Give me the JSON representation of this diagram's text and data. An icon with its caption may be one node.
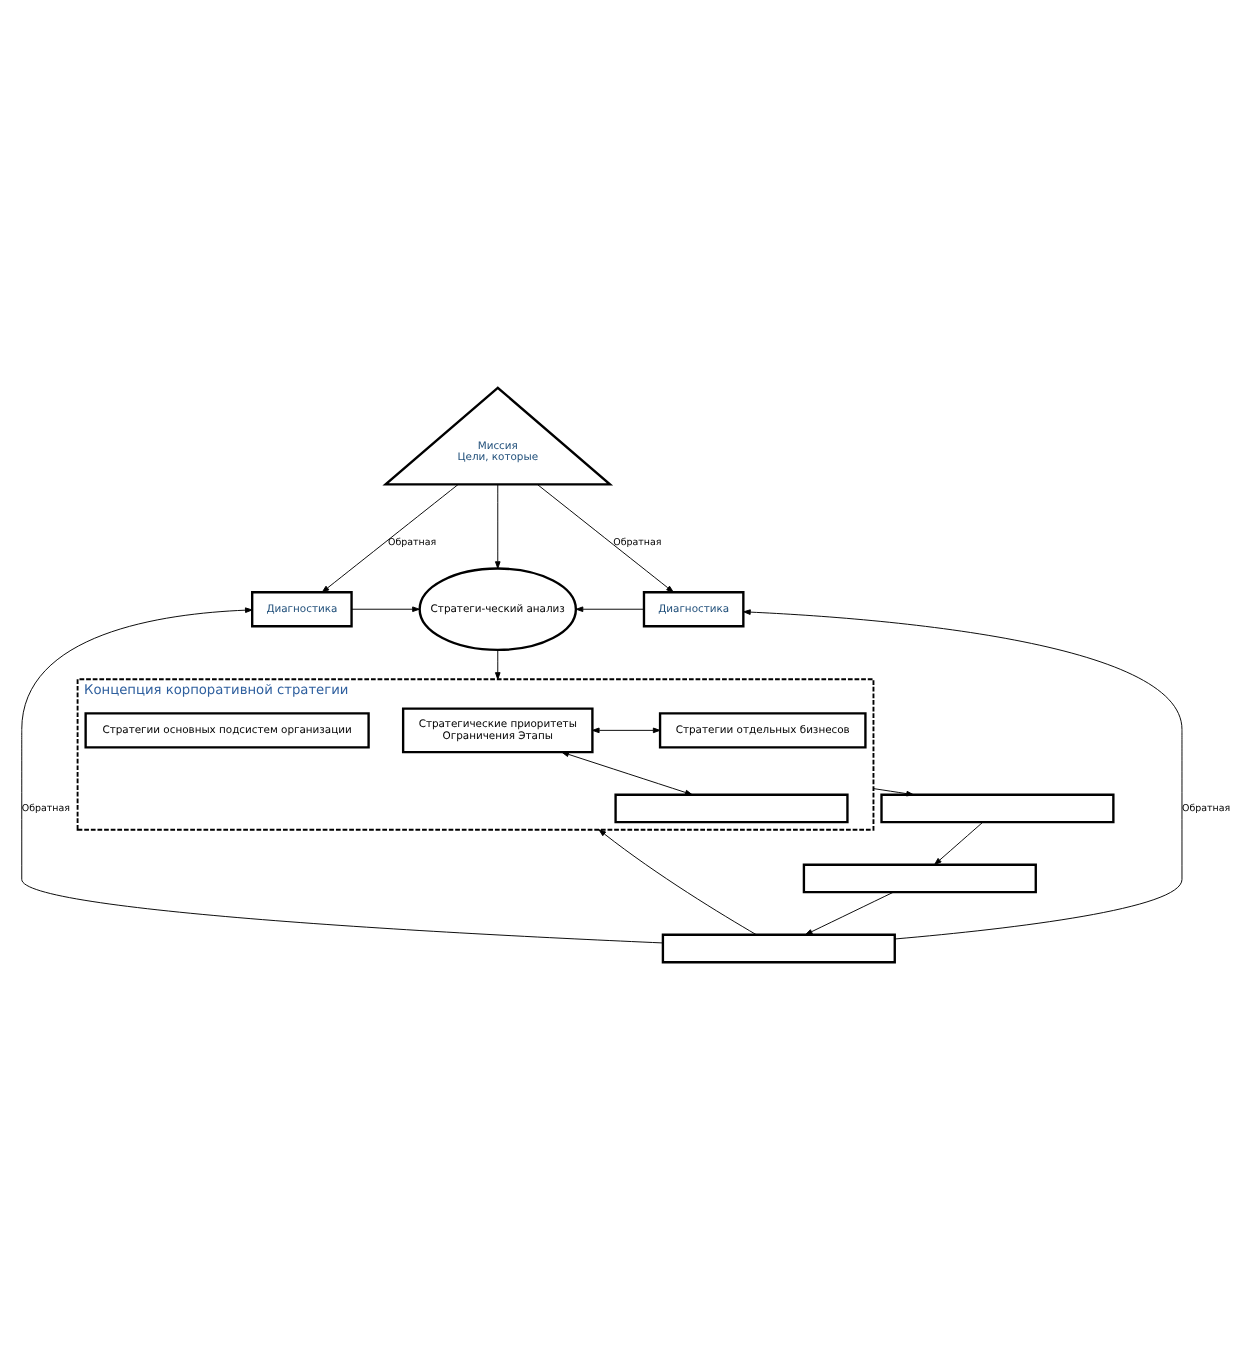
{
  "diagram": {
    "nodes": [
      {
        "text": [
          "Миссия",
          "Цели, которые"
        ]
      },
      {
        "text": [
          "Диагностика"
        ]
      },
      {
        "text": [
          "Стратеги-ческий анализ"
        ]
      },
      {
        "text": [
          "Диагностика"
        ]
      },
      {
        "text": [
          "Концепция корпоративной стратегии"
        ]
      },
      {
        "text": [
          "Стратегические приоритеты",
          "Ограничения Этапы"
        ],
        "in": 4
      },
      {
        "text": [
          "Стратегии отдельных бизнесов"
        ],
        "in": 4
      },
      {
        "text": [],
        "shape": "box",
        "in": 4
      },
      {
        "text": [
          "Стратегии основных подсистем организации"
        ],
        "in": 4
      },
      {
        "text": [],
        "shape": "box"
      },
      {
        "text": [],
        "shape": "box"
      },
      {
        "text": [],
        "shape": "box"
      }
    ],
    "edges": [
      {
        "from": 0,
        "to": 1,
        "arrow": "to",
        "label": "Обратная"
      },
      {
        "from": 0,
        "to": 3,
        "arrow": "to",
        "label": "Обратная"
      },
      {
        "from": 0,
        "to": 2,
        "arrow": "to"
      },
      {
        "from": 1,
        "to": 2,
        "arrow": "to"
      },
      {
        "from": 3,
        "to": 2,
        "arrow": "to"
      },
      {
        "from": 5,
        "to": 6,
        "arrow": "both"
      },
      {
        "from": 5,
        "to": 7,
        "arrow": "both"
      },
      {
        "from": 2,
        "to": 4,
        "arrow": "to"
      },
      {
        "from": 4,
        "to": 9,
        "arrow": "to"
      },
      {
        "from": 9,
        "to": 10,
        "arrow": "to"
      },
      {
        "from": 10,
        "to": 11,
        "arrow": "to"
      },
      {
        "from": 11,
        "to": 1,
        "arrow": "to",
        "label": "Обратная"
      },
      {
        "from": 11,
        "to": 4,
        "arrow": "to"
      },
      {
        "from": 11,
        "to": 3,
        "arrow": "to",
        "label": "Обратная"
      }
    ]
  }
}
